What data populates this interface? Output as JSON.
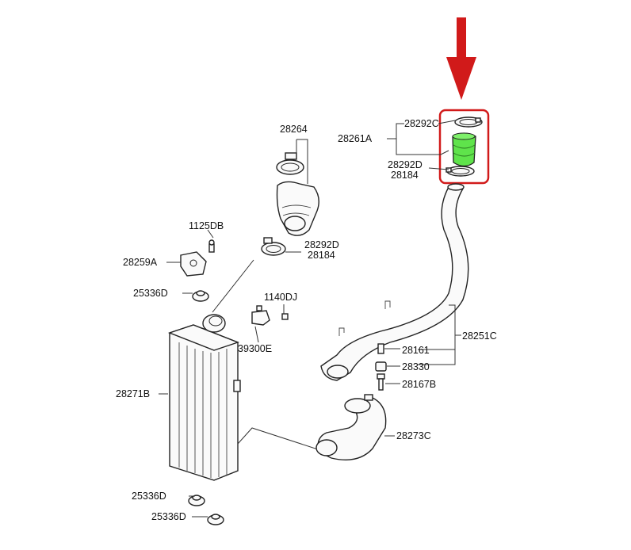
{
  "colors": {
    "arrow": "#d11a1a",
    "highlight_box": "#d11a1a",
    "highlight_part": "#5fe34b",
    "line": "#222222"
  },
  "labels": {
    "p28264": "28264",
    "p28292C": "28292C",
    "p28261A": "28261A",
    "p28292D_top": "28292D",
    "p28184_top": "28184",
    "p1125DB": "1125DB",
    "p28292D_mid": "28292D",
    "p28184_mid": "28184",
    "p28259A": "28259A",
    "p25336D_1": "25336D",
    "p1140DJ": "1140DJ",
    "p39300E": "39300E",
    "p28271B": "28271B",
    "p28251C": "28251C",
    "p28161": "28161",
    "p28330": "28330",
    "p28167B": "28167B",
    "p28273C": "28273C",
    "p25336D_2": "25336D",
    "p25336D_3": "25336D"
  },
  "icons": {
    "indicator": "down-arrow-icon"
  }
}
